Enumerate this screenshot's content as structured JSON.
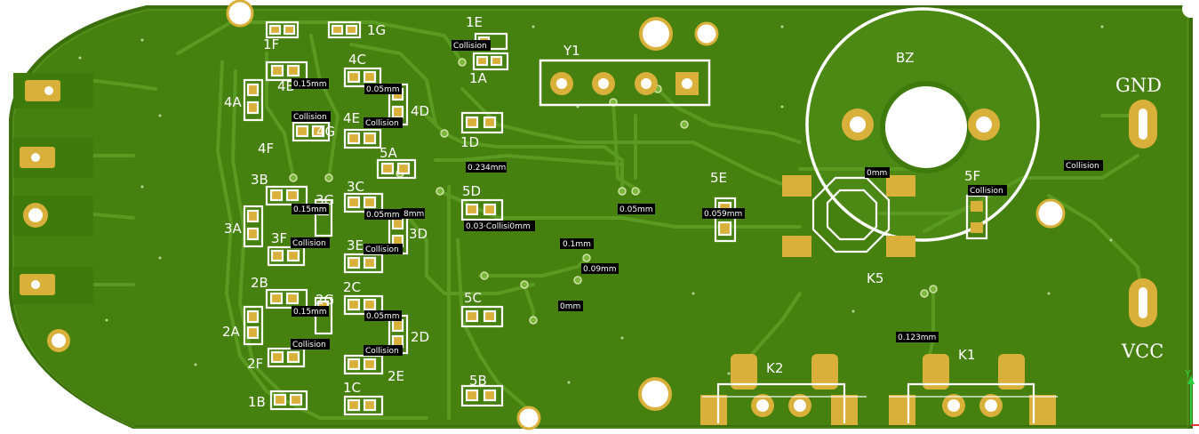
{
  "board": {
    "colors": {
      "substrate": "#46800f",
      "substrate_edge": "#3b6e0c",
      "trace": "#5a9a20",
      "copper": "#d8b03a",
      "silk": "#ffffff",
      "background": "#ffffff"
    }
  },
  "designators": {
    "bz": "BZ",
    "y1": "Y1",
    "k5": "K5",
    "k2": "K2",
    "k1": "K1",
    "gnd": "GND",
    "vcc": "VCC",
    "e5": "5E",
    "f5": "5F",
    "e1": "1E",
    "a1": "1A",
    "d1": "1D",
    "f1": "1F",
    "g1": "1G",
    "b1": "1B",
    "c1": "1C",
    "c4": "4C",
    "b4": "4B",
    "a4": "4A",
    "e4": "4E",
    "d4": "4D",
    "f4": "4F",
    "g4": "4G",
    "a5": "5A",
    "d5": "5D",
    "c5": "5C",
    "b5": "5B",
    "b3": "3B",
    "c3": "3C",
    "g3": "3G",
    "a3": "3A",
    "f3": "3F",
    "e3": "3E",
    "d3": "3D",
    "b2": "2B",
    "c2": "2C",
    "g2": "2G",
    "a2": "2A",
    "f2": "2F",
    "e2": "2E",
    "d2": "2D",
    "axis_y": "Y"
  },
  "drc_markers": [
    {
      "label": "Collision"
    },
    {
      "label": "0.15mm"
    },
    {
      "label": "0.05mm"
    },
    {
      "label": "Collision"
    },
    {
      "label": "Collision"
    },
    {
      "label": "0.234mm"
    },
    {
      "label": "0.15mm"
    },
    {
      "label": "0.05mm"
    },
    {
      "label": "8mm"
    },
    {
      "label": "Collision"
    },
    {
      "label": "Collision"
    },
    {
      "label": "0.03·Collisi0mm"
    },
    {
      "label": "0.05mm"
    },
    {
      "label": "0.059mm"
    },
    {
      "label": "0.1mm"
    },
    {
      "label": "0.09mm"
    },
    {
      "label": "0mm"
    },
    {
      "label": "0.15mm"
    },
    {
      "label": "0.05mm"
    },
    {
      "label": "Collision"
    },
    {
      "label": "Collision"
    },
    {
      "label": "0mm"
    },
    {
      "label": "Collision"
    },
    {
      "label": "Collision"
    },
    {
      "label": "0.123mm"
    }
  ]
}
